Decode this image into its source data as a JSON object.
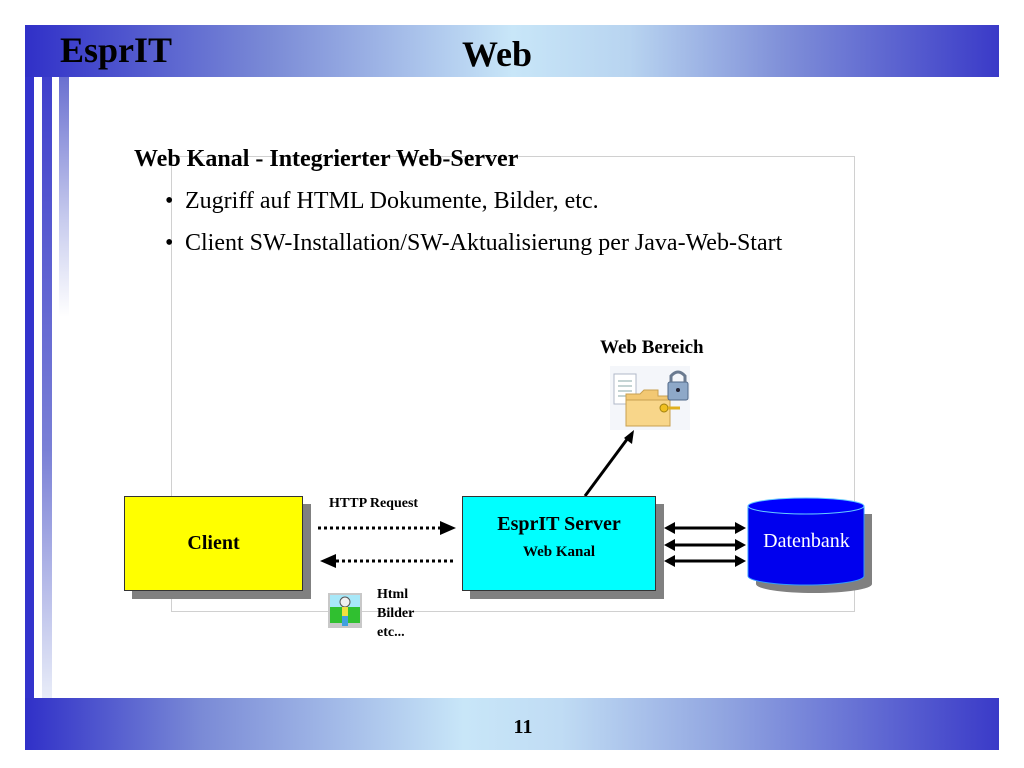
{
  "header": {
    "brand": "EsprIT",
    "title": "Web"
  },
  "content": {
    "heading": "Web Kanal - Integrierter Web-Server",
    "bullets": [
      "Zugriff auf HTML Dokumente, Bilder, etc.",
      "Client SW-Installation/SW-Aktualisierung per Java-Web-Start"
    ],
    "bullet_glyph": "•"
  },
  "diagram": {
    "web_area_label": "Web Bereich",
    "web_area_icon": "secure-folder-icon",
    "client_label": "Client",
    "request_label": "HTTP Request",
    "server_label": "EsprIT Server",
    "server_sublabel": "Web Kanal",
    "database_label": "Datenbank",
    "response_icon": "picture-icon",
    "response_items": [
      "Html",
      "Bilder",
      "etc..."
    ],
    "colors": {
      "client": "#ffff00",
      "server": "#00ffff",
      "database": "#0000ff",
      "shadow": "#808080"
    }
  },
  "footer": {
    "page_number": "11"
  }
}
